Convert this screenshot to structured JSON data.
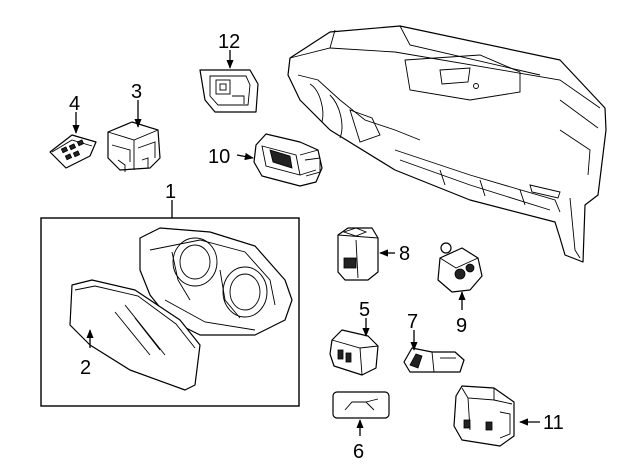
{
  "callouts": {
    "c1": "1",
    "c2": "2",
    "c3": "3",
    "c4": "4",
    "c5": "5",
    "c6": "6",
    "c7": "7",
    "c8": "8",
    "c9": "9",
    "c10": "10",
    "c11": "11",
    "c12": "12"
  },
  "colors": {
    "line": "#000000",
    "background": "#ffffff",
    "part_fill": "#ffffff"
  }
}
